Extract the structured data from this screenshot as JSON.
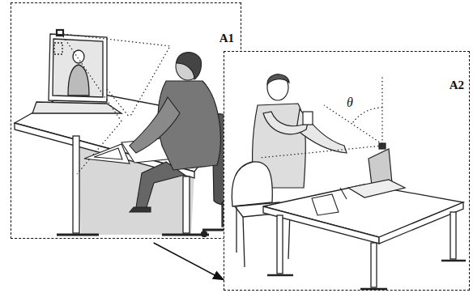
{
  "diagram": {
    "nodes": [
      {
        "text": [
          "A1"
        ]
      },
      {
        "text": [
          "A2"
        ]
      }
    ],
    "edges": [
      {
        "from": 0,
        "to": 1,
        "arrow": "to"
      }
    ],
    "labels": [
      "θ"
    ]
  }
}
